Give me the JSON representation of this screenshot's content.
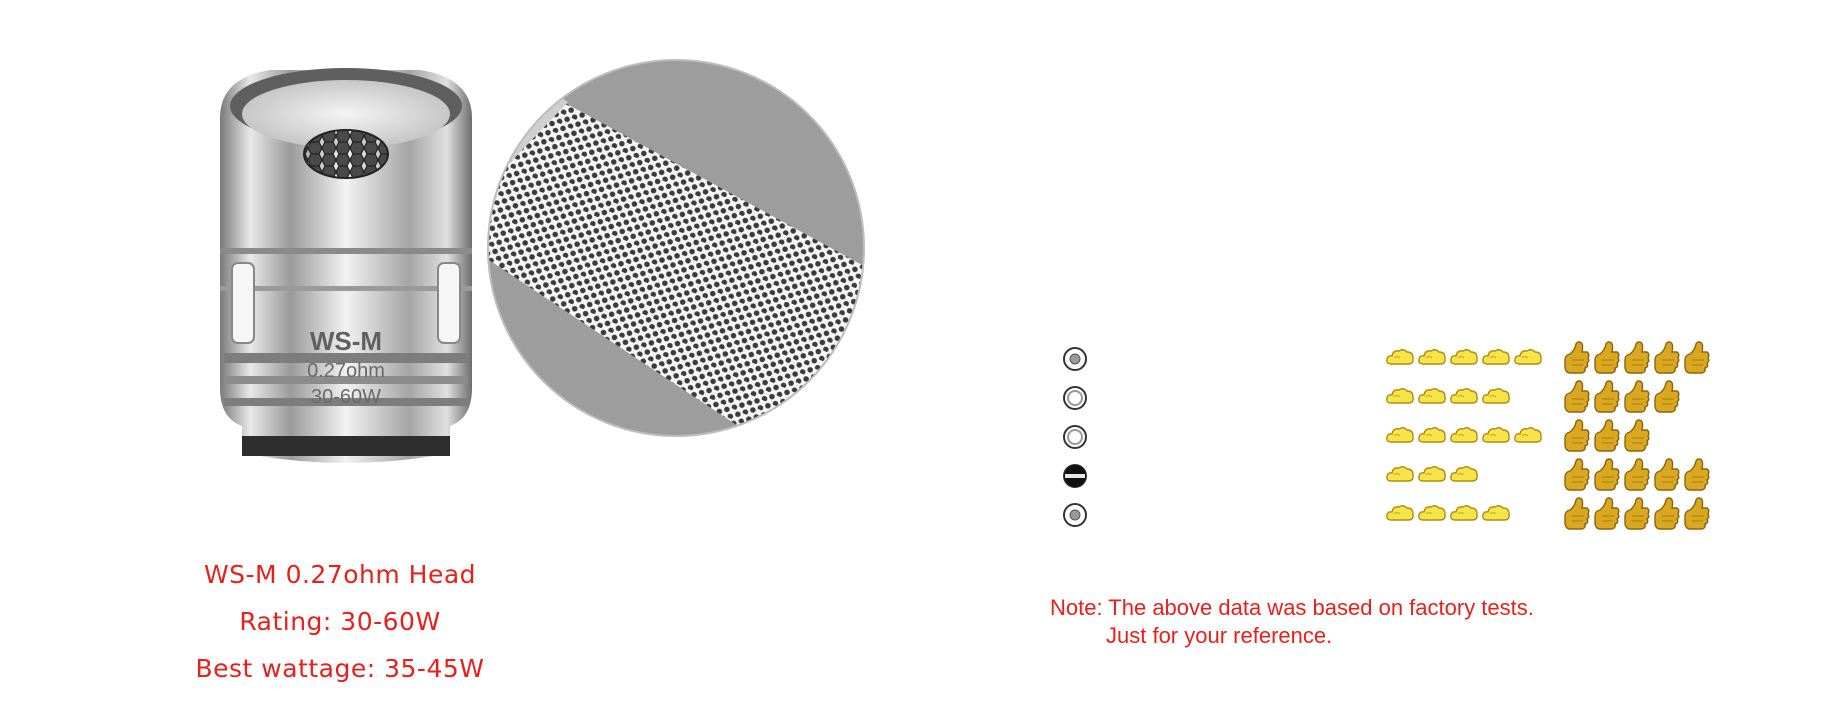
{
  "product": {
    "body_label": "WS-M",
    "body_resistance": "0.27ohm",
    "body_wattage": "30-60W",
    "title": "WS-M 0.27ohm Head",
    "rating": "Rating: 30-60W",
    "best_wattage": "Best wattage: 35-45W"
  },
  "ratings": {
    "rows": [
      {
        "airflow_icon": "airflow-dot-center-icon",
        "clouds": 5,
        "flavor": 5
      },
      {
        "airflow_icon": "airflow-ring-icon",
        "clouds": 4,
        "flavor": 4
      },
      {
        "airflow_icon": "airflow-ring-icon",
        "clouds": 5,
        "flavor": 3
      },
      {
        "airflow_icon": "airflow-slot-icon",
        "clouds": 3,
        "flavor": 5
      },
      {
        "airflow_icon": "airflow-dot-center-icon",
        "clouds": 4,
        "flavor": 5
      }
    ],
    "cloud_icon": "cloud-icon",
    "flavor_icon": "thumbs-up-icon"
  },
  "note": {
    "line1": "Note: The above data was based on factory tests.",
    "line2": "Just for your reference."
  },
  "colors": {
    "accent": "#e8201d",
    "icon_yellow": "#f7e44a",
    "icon_gold": "#d9a820"
  }
}
